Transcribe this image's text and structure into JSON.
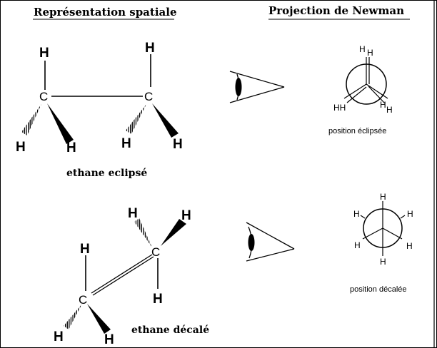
{
  "headers": {
    "left": "Représentation spatiale",
    "right": "Projection de Newman"
  },
  "captions": {
    "eclipsed_3d": "ethane eclipsé",
    "staggered_3d": "ethane décalé",
    "eclipsed_newman": "position éclipsée",
    "staggered_newman": "position décalée"
  },
  "atoms": {
    "carbon": "C",
    "hydrogen": "H",
    "hydrogen_pair": "HH"
  },
  "icons": [
    "eye-icon"
  ]
}
